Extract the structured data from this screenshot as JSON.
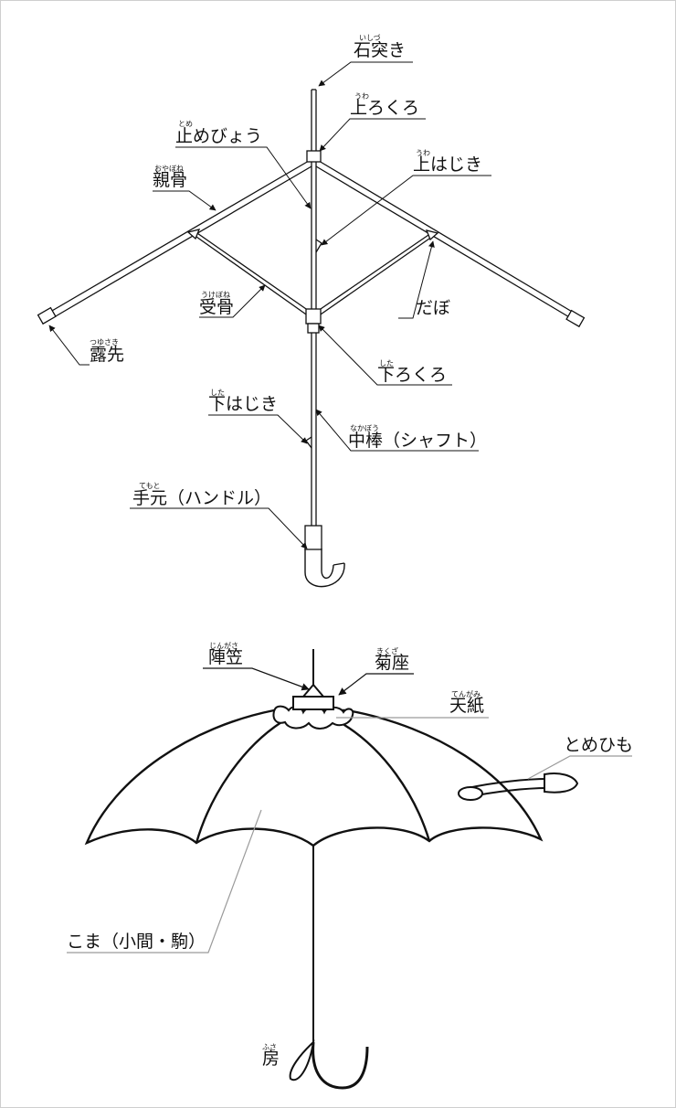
{
  "frame_diagram": {
    "labels": {
      "ishizuki": {
        "text": "石突き",
        "ruby": "いしづ"
      },
      "ue_rokuro": {
        "text": "上ろくろ",
        "ruby": "うわ"
      },
      "tome_byou": {
        "text": "止めびょう",
        "ruby": "とめ"
      },
      "ue_hajiki": {
        "text": "上はじき",
        "ruby": "うわ"
      },
      "oya_bone": {
        "text": "親骨",
        "ruby": "おやぼね"
      },
      "uke_bone": {
        "text": "受骨",
        "ruby": "うけぼね"
      },
      "dabo": {
        "text": "だぼ",
        "ruby": ""
      },
      "tsuyusaki": {
        "text": "露先",
        "ruby": "つゆさき"
      },
      "shita_rokuro": {
        "text": "下ろくろ",
        "ruby": "した"
      },
      "shita_hajiki": {
        "text": "下はじき",
        "ruby": "した"
      },
      "nakabou": {
        "text": "中棒（シャフト）",
        "ruby": "なかぼう"
      },
      "temoto": {
        "text": "手元（ハンドル）",
        "ruby": "てもと"
      }
    }
  },
  "cover_diagram": {
    "labels": {
      "jingasa": {
        "text": "陣笠",
        "ruby": "じんがさ"
      },
      "kikuza": {
        "text": "菊座",
        "ruby": "きくざ"
      },
      "tengami": {
        "text": "天紙",
        "ruby": "てんがみ"
      },
      "tomehimo": {
        "text": "とめひも",
        "ruby": ""
      },
      "koma": {
        "text": "こま（小間・駒）",
        "ruby": ""
      },
      "fusa": {
        "text": "房",
        "ruby": "ふさ"
      }
    }
  },
  "colors": {
    "line": "#111111",
    "leader": "#8a8a8a",
    "frame_border": "#cfcfcf"
  }
}
